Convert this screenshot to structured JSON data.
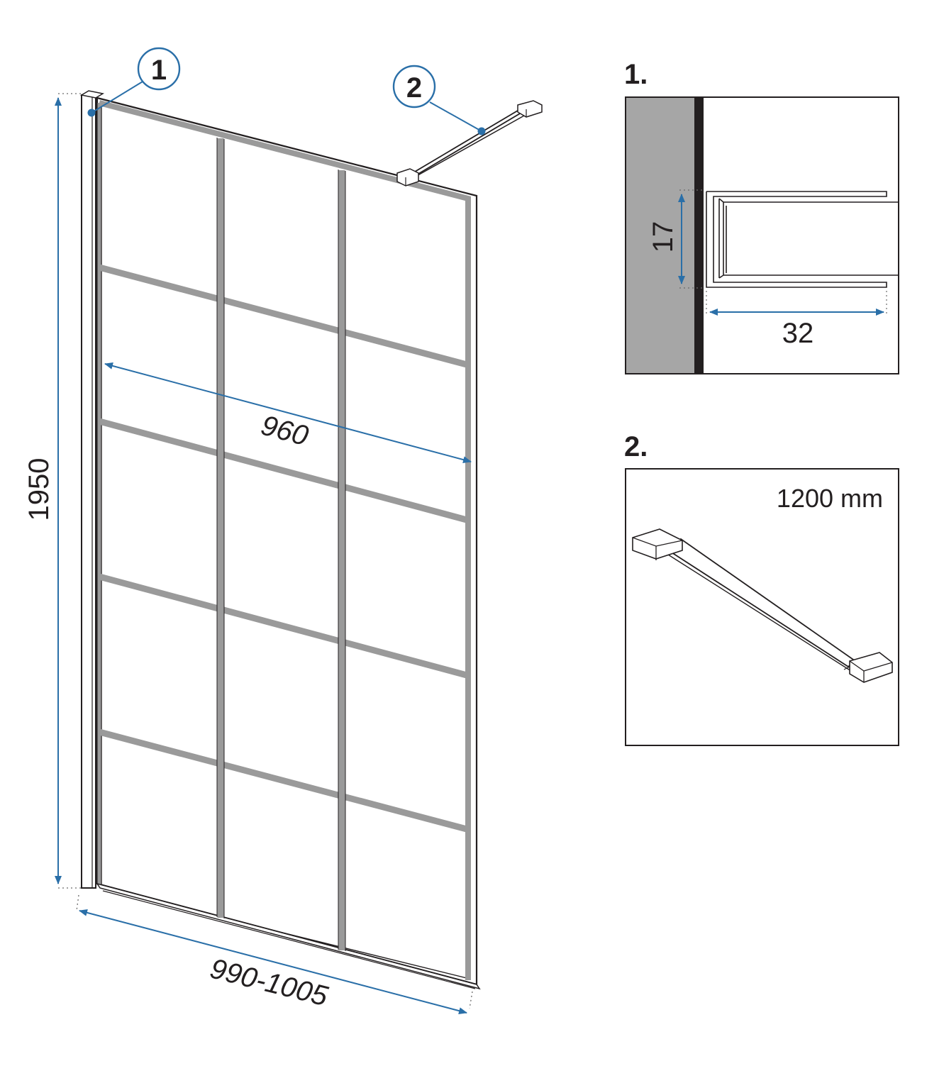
{
  "diagram": {
    "main_view": {
      "height_dim": "1950",
      "glass_width_dim": "960",
      "adjust_width_dim": "990-1005"
    },
    "callouts": [
      {
        "id": "1",
        "label": "1"
      },
      {
        "id": "2",
        "label": "2"
      }
    ],
    "detail_1": {
      "title": "1.",
      "profile_height_dim": "17",
      "profile_depth_dim": "32"
    },
    "detail_2": {
      "title": "2.",
      "bar_length": "1200 mm"
    },
    "colors": {
      "dimension_blue": "#2a6fa8",
      "frame_gray": "#9a9a9a",
      "wall_gray": "#a6a6a6",
      "line_dark": "#231f20"
    }
  }
}
